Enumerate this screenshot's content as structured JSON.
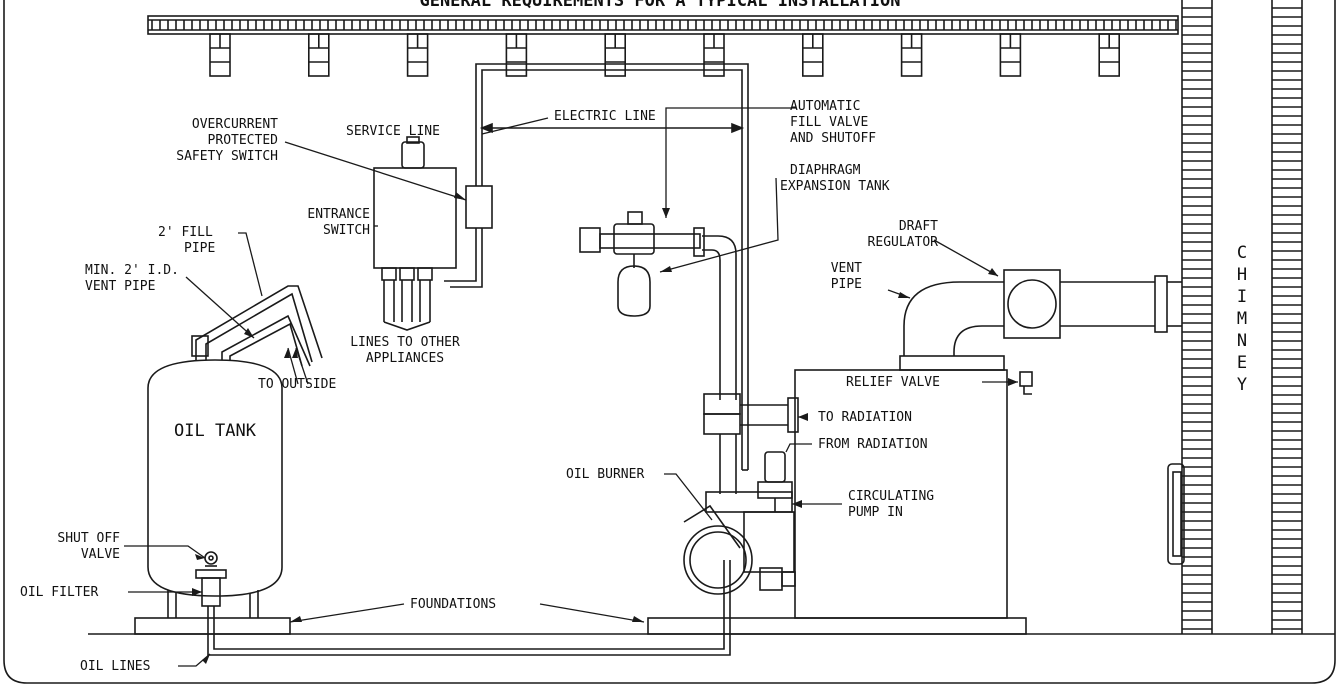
{
  "title": "GENERAL REQUIREMENTS FOR A TYPICAL INSTALLATION",
  "labels": {
    "overcurrent": [
      "OVERCURRENT",
      "PROTECTED",
      "SAFETY SWITCH"
    ],
    "service_line": "SERVICE LINE",
    "electric_line": "ELECTRIC LINE",
    "automatic_fill": [
      "AUTOMATIC",
      "FILL VALVE",
      "AND SHUTOFF"
    ],
    "diaphragm": [
      "DIAPHRAGM",
      "EXPANSION TANK"
    ],
    "entrance_switch": [
      "ENTRANCE",
      "SWITCH"
    ],
    "fill_pipe": [
      "2' FILL",
      "PIPE"
    ],
    "vent_pipe_min": [
      "MIN. 2' I.D.",
      "VENT PIPE"
    ],
    "lines_to_other": [
      "LINES TO OTHER",
      "APPLIANCES"
    ],
    "to_outside": "TO OUTSIDE",
    "draft_regulator": [
      "DRAFT",
      "REGULATOR"
    ],
    "vent_pipe": [
      "VENT",
      "PIPE"
    ],
    "chimney": [
      "C",
      "H",
      "I",
      "M",
      "N",
      "E",
      "Y"
    ],
    "relief_valve": "RELIEF VALVE",
    "to_radiation": "TO RADIATION",
    "from_radiation": "FROM RADIATION",
    "oil_tank": "OIL TANK",
    "oil_burner": "OIL BURNER",
    "circulating_pump": [
      "CIRCULATING",
      "PUMP IN"
    ],
    "shut_off_valve": [
      "SHUT OFF",
      "VALVE"
    ],
    "oil_filter": "OIL FILTER",
    "foundations": "FOUNDATIONS",
    "oil_lines": "OIL LINES"
  },
  "colors": {
    "ink": "#1a1a1a",
    "background": "#ffffff"
  }
}
